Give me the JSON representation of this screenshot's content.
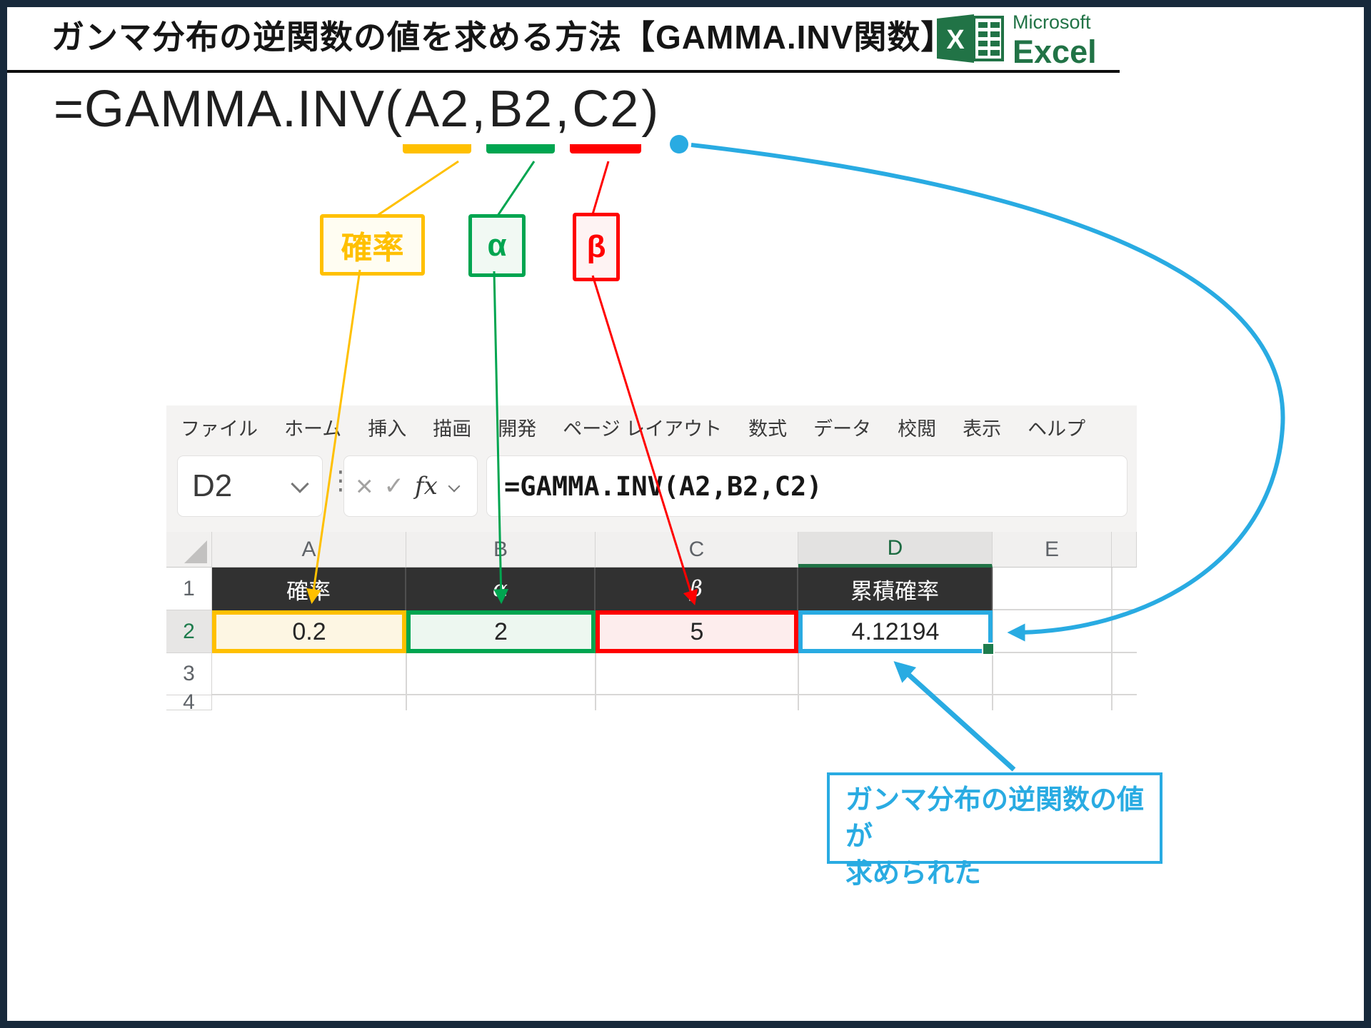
{
  "frame": {
    "border_color": "#17293B"
  },
  "header": {
    "title": "ガンマ分布の逆関数の値を求める方法【GAMMA.INV関数】",
    "brand": {
      "logo_letter": "X",
      "line1": "Microsoft",
      "line2": "Excel",
      "color": "#217346"
    }
  },
  "formula_display": {
    "prefix": "=GAMMA.INV(",
    "arg1": "A2",
    "comma1": ",",
    "arg2": "B2",
    "comma2": ",",
    "arg3": "C2",
    "suffix": ")"
  },
  "param_labels": {
    "probability": {
      "text": "確率",
      "color": "#FFC000"
    },
    "alpha": {
      "text": "α",
      "color": "#00A550"
    },
    "beta": {
      "text": "β",
      "color": "#FF0000"
    }
  },
  "excel": {
    "tabs": [
      "ファイル",
      "ホーム",
      "挿入",
      "描画",
      "開発",
      "ページ レイアウト",
      "数式",
      "データ",
      "校閲",
      "表示",
      "ヘルプ"
    ],
    "name_box": "D2",
    "formula_bar": {
      "fx_label": "fx",
      "formula": "=GAMMA.INV(A2,B2,C2)"
    },
    "columns": [
      "A",
      "B",
      "C",
      "D",
      "E"
    ],
    "selected_column": "D",
    "rows": [
      "1",
      "2",
      "3",
      "4"
    ],
    "selected_row": "2",
    "header_cells": [
      "確率",
      "α",
      "β",
      "累積確率"
    ],
    "values": {
      "a2": "0.2",
      "b2": "2",
      "c2": "5",
      "d2": "4.12194"
    }
  },
  "callout": {
    "line1": "ガンマ分布の逆関数の値が",
    "line2": "求められた",
    "color": "#29ABE2"
  },
  "colors": {
    "accent_yellow": "#FFC000",
    "accent_green": "#00A550",
    "accent_red": "#FF0000",
    "accent_blue": "#29ABE2",
    "excel_green": "#217346",
    "table_header_bg": "#313131",
    "frame_navy": "#17293B"
  }
}
